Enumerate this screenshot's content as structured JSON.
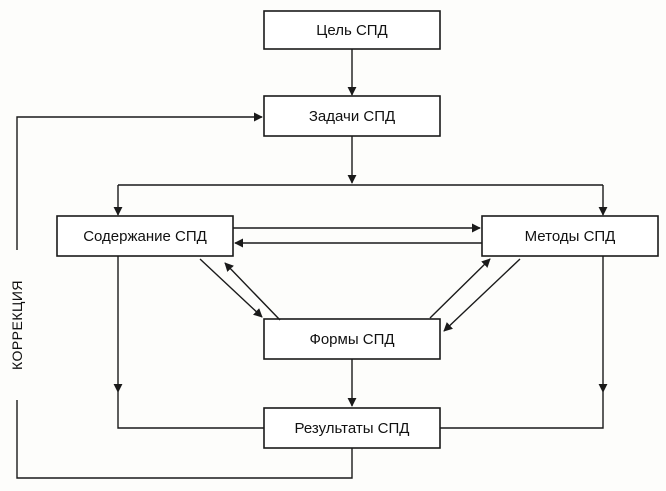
{
  "boxes": {
    "goal": "Цель СПД",
    "tasks": "Задачи СПД",
    "content": "Содержание СПД",
    "methods": "Методы СПД",
    "forms": "Формы СПД",
    "results": "Результаты СПД"
  },
  "correction_label": "КОРРЕКЦИЯ",
  "colors": {
    "stroke": "#1a1a1a",
    "box_fill": "#ffffff",
    "background": "#fdfdfb"
  }
}
